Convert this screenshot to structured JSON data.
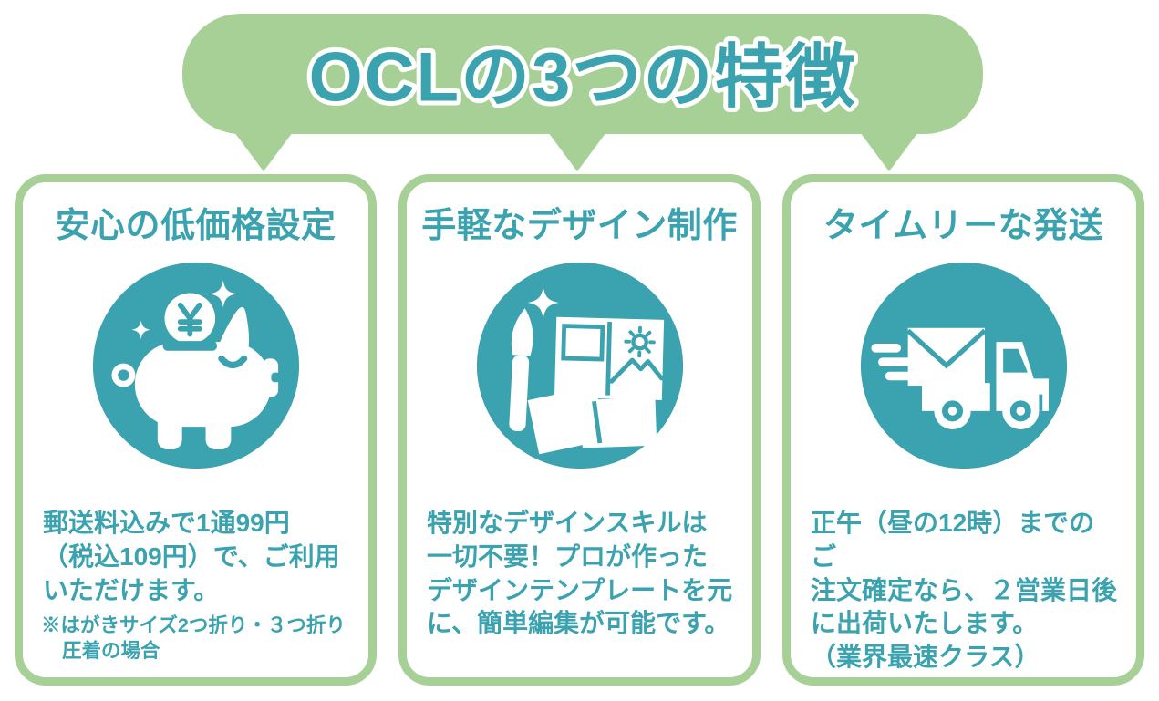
{
  "colors": {
    "green": "#a7d097",
    "teal": "#3ba2b0"
  },
  "header": {
    "title": "OCLの3つの特徴"
  },
  "cards": [
    {
      "title": "安心の低価格設定",
      "icon": "piggy-bank-yen-icon",
      "body": "郵送料込みで1通99円\n（税込109円）で、ご利用\nいただけます。",
      "note": "※はがきサイズ2つ折り・３つ折り\n圧着の場合"
    },
    {
      "title": "手軽なデザイン制作",
      "icon": "design-template-brush-icon",
      "body": "特別なデザインスキルは\n一切不要！プロが作った\nデザインテンプレートを元\nに、簡単編集が可能です。"
    },
    {
      "title": "タイムリーな発送",
      "icon": "mail-delivery-truck-icon",
      "body": "正午（昼の12時）までのご\n注文確定なら、２営業日後\nに出荷いたします。\n（業界最速クラス）"
    }
  ]
}
